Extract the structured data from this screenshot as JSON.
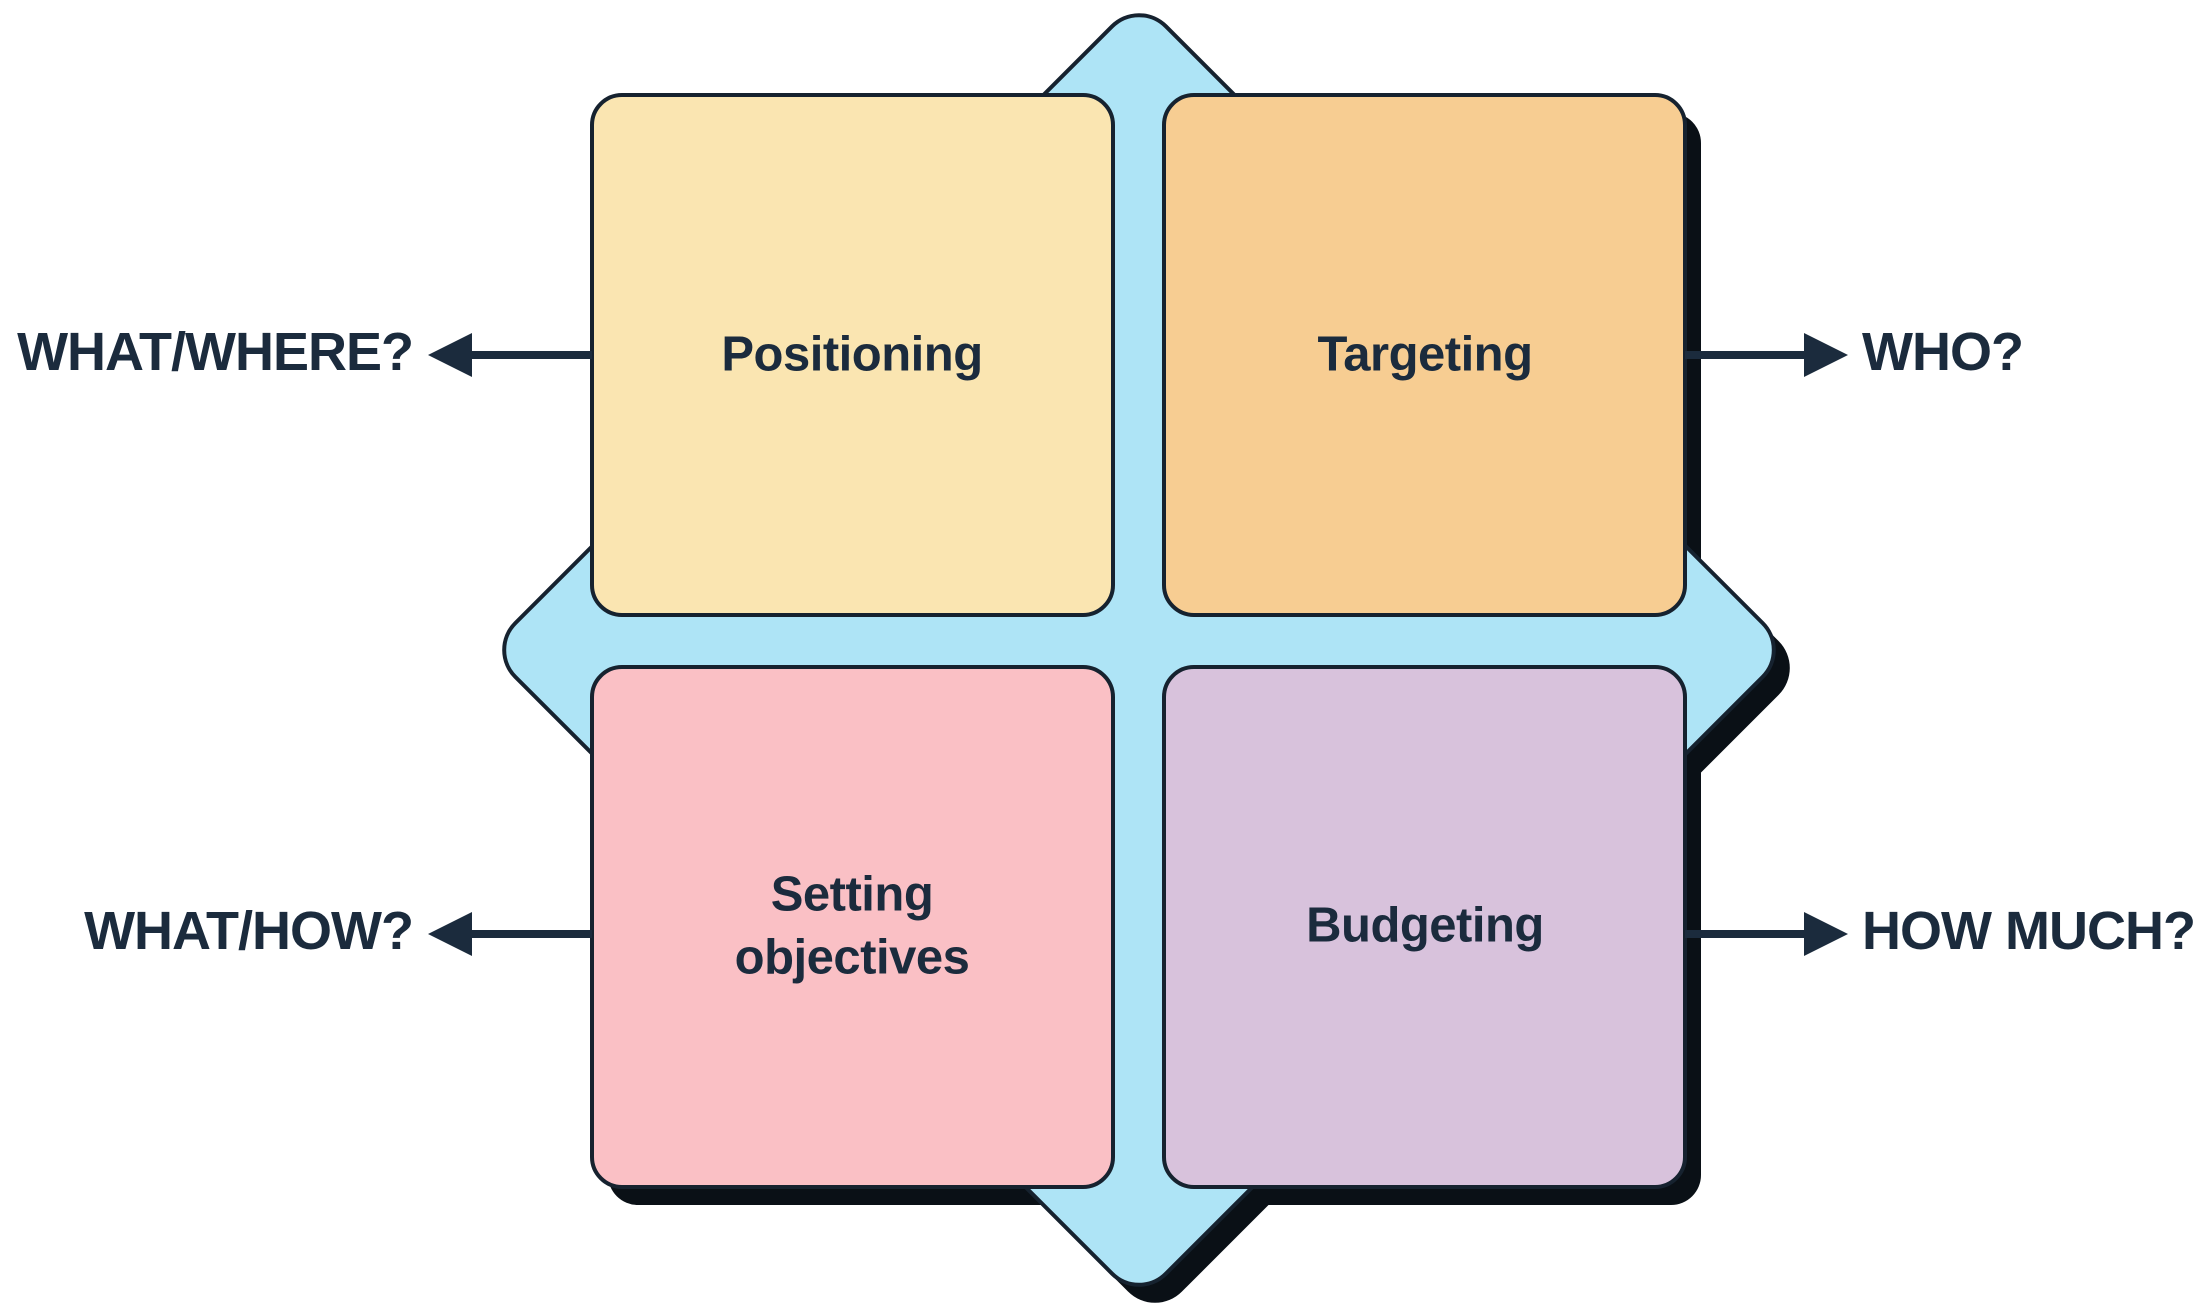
{
  "diagram_type": "quadrant-matrix",
  "quadrants": [
    {
      "id": "positioning",
      "label": "Positioning",
      "question": "WHAT/WHERE?",
      "arrow_direction": "left",
      "color_key": "card_cream"
    },
    {
      "id": "targeting",
      "label": "Targeting",
      "question": "WHO?",
      "arrow_direction": "right",
      "color_key": "card_orange"
    },
    {
      "id": "setting-objectives",
      "label": "Setting objectives",
      "question": "WHAT/HOW?",
      "arrow_direction": "left",
      "color_key": "card_pink"
    },
    {
      "id": "budgeting",
      "label": "Budgeting",
      "question": "HOW MUCH?",
      "arrow_direction": "right",
      "color_key": "card_lavender"
    }
  ],
  "icons": [
    "arrow-left-icon",
    "arrow-right-icon",
    "diamond-background-shape"
  ],
  "colors": {
    "background": "#FFFFFF",
    "card_cream": "#FAE5B1",
    "card_orange": "#F7CD92",
    "card_pink": "#FAC0C5",
    "card_lavender": "#D8C2DC",
    "diamond_blue": "#AEE4F6",
    "ink_navy": "#1B2B3D",
    "outline_navy": "#16222F",
    "shadow_black": "#0A1016"
  }
}
